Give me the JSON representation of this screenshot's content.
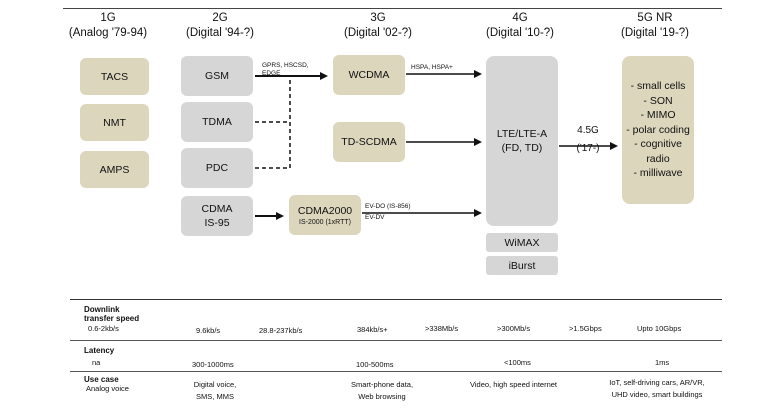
{
  "headers": [
    {
      "gen": "1G",
      "era": "(Analog '79-94)"
    },
    {
      "gen": "2G",
      "era": "(Digital '94-?)"
    },
    {
      "gen": "3G",
      "era": "(Digital '02-?)"
    },
    {
      "gen": "4G",
      "era": "(Digital '10-?)"
    },
    {
      "gen": "5G NR",
      "era": "(Digital '19-?)"
    }
  ],
  "g1": [
    "TACS",
    "NMT",
    "AMPS"
  ],
  "g2": {
    "gsm": "GSM",
    "tdma": "TDMA",
    "pdc": "PDC",
    "cdma_line1": "CDMA",
    "cdma_line2": "IS-95"
  },
  "g3": {
    "wcdma": "WCDMA",
    "tdscdma": "TD-SCDMA",
    "cdma2000": "CDMA2000",
    "cdma2000_sub": "IS-2000 (1xRTT)"
  },
  "g4": {
    "lte_line1": "LTE/LTE-A",
    "lte_line2": "(FD, TD)",
    "wimax": "WiMAX",
    "iburst": "iBurst"
  },
  "g5": [
    "- small cells",
    "- SON",
    "- MIMO",
    "- polar coding",
    "- cognitive",
    "radio",
    "- milliwave"
  ],
  "labels": {
    "gprs_line1": "GPRS, HSCSD,",
    "gprs_line2": "EDGE",
    "hspa": "HSPA, HSPA+",
    "evdo_line1": "EV-DO (IS-856)",
    "evdo_line2": "EV-DV",
    "g45": "4.5G",
    "g45_year": "('17-)"
  },
  "table": {
    "downlink": {
      "label_line1": "Downlink",
      "label_line2": "transfer speed",
      "values": [
        "0.6-2kb/s",
        "9.6kb/s",
        "28.8-237kb/s",
        "384kb/s+",
        ">338Mb/s",
        ">300Mb/s",
        ">1.5Gbps",
        "Upto 10Gbps"
      ]
    },
    "latency": {
      "label": "Latency",
      "values": [
        "na",
        "300-1000ms",
        "100-500ms",
        "<100ms",
        "1ms"
      ]
    },
    "usecase": {
      "label": "Use case",
      "values": [
        "Analog voice",
        "Digital voice,",
        "SMS, MMS",
        "Smart-phone data,",
        "Web browsing",
        "Video, high speed internet",
        "IoT, self-driving cars, AR/VR,",
        "UHD video, smart buildings"
      ]
    }
  }
}
